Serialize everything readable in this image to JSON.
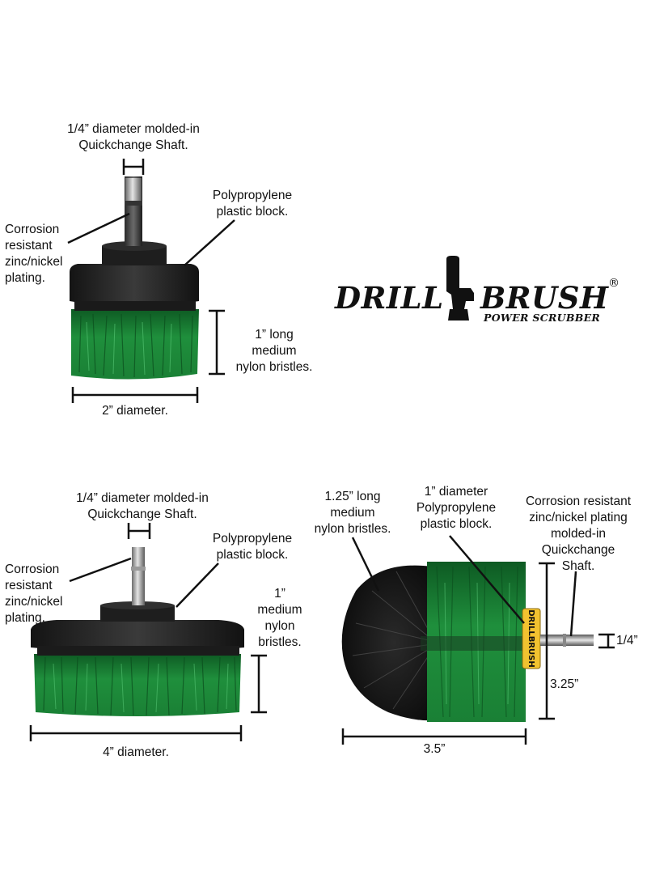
{
  "brand": {
    "word1": "DRILL",
    "word2": "BRUSH",
    "tagline": "POWER SCRUBBER",
    "registered": "®",
    "colors": {
      "bristle_green": "#1f8a3a",
      "block_black": "#1c1c1c",
      "ring_yellow": "#f2c230"
    }
  },
  "brush_2in": {
    "shaft_label": [
      "1/4” diameter molded-in",
      "Quickchange Shaft."
    ],
    "plating_label": [
      "Corrosion",
      "resistant",
      "zinc/nickel",
      "plating."
    ],
    "block_label": [
      "Polypropylene",
      "plastic block."
    ],
    "bristle_label": [
      "1” long",
      "medium",
      "nylon bristles."
    ],
    "diameter_label": "2” diameter."
  },
  "brush_4in": {
    "shaft_label": [
      "1/4” diameter molded-in",
      "Quickchange Shaft."
    ],
    "plating_label": [
      "Corrosion",
      "resistant",
      "zinc/nickel",
      "plating."
    ],
    "block_label": [
      "Polypropylene",
      "plastic block."
    ],
    "bristle_label": [
      "1”",
      "medium",
      "nylon",
      "bristles."
    ],
    "diameter_label": "4” diameter."
  },
  "brush_round": {
    "bristle_label": [
      "1.25” long",
      "medium",
      "nylon bristles."
    ],
    "block_label": [
      "1” diameter",
      "Polypropylene",
      "plastic block."
    ],
    "shaft_label": [
      "Corrosion resistant",
      "zinc/nickel plating",
      "molded-in",
      "Quickchange",
      "Shaft."
    ],
    "ring_text": "DRILLBRUSH",
    "shaft_dim": "1/4”",
    "height_dim": "3.25”",
    "width_dim": "3.5”"
  }
}
